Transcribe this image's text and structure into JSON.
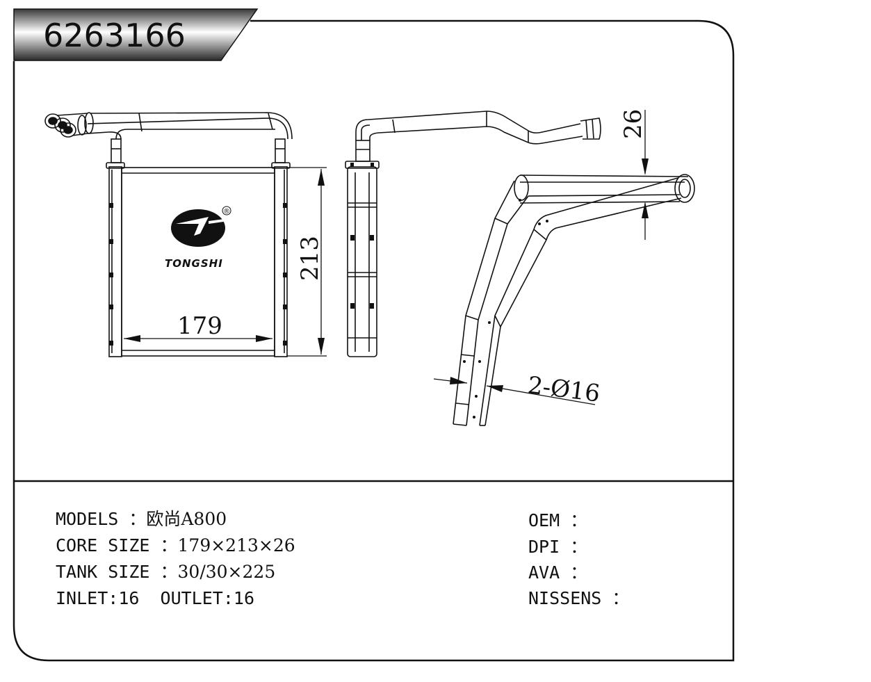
{
  "part_number": "6263166",
  "brand": {
    "name": "TONGSHI",
    "registered_mark": "®"
  },
  "dimensions": {
    "width": "179",
    "height": "213",
    "thickness": "26",
    "pipes": "2-Ø16"
  },
  "specs": {
    "models_label": "MODELS ：",
    "models_value": "欧尚A800",
    "core_label": "CORE SIZE ：",
    "core_value": "179×213×26",
    "tank_label": "TANK SIZE ：",
    "tank_value": "30/30×225",
    "inlet_label": "INLET:",
    "inlet_value": "16",
    "outlet_label": "OUTLET:",
    "outlet_value": "16"
  },
  "references": {
    "oem_label": "OEM ：",
    "dpi_label": "DPI ：",
    "ava_label": "AVA ：",
    "nissens_label": "NISSENS ："
  }
}
